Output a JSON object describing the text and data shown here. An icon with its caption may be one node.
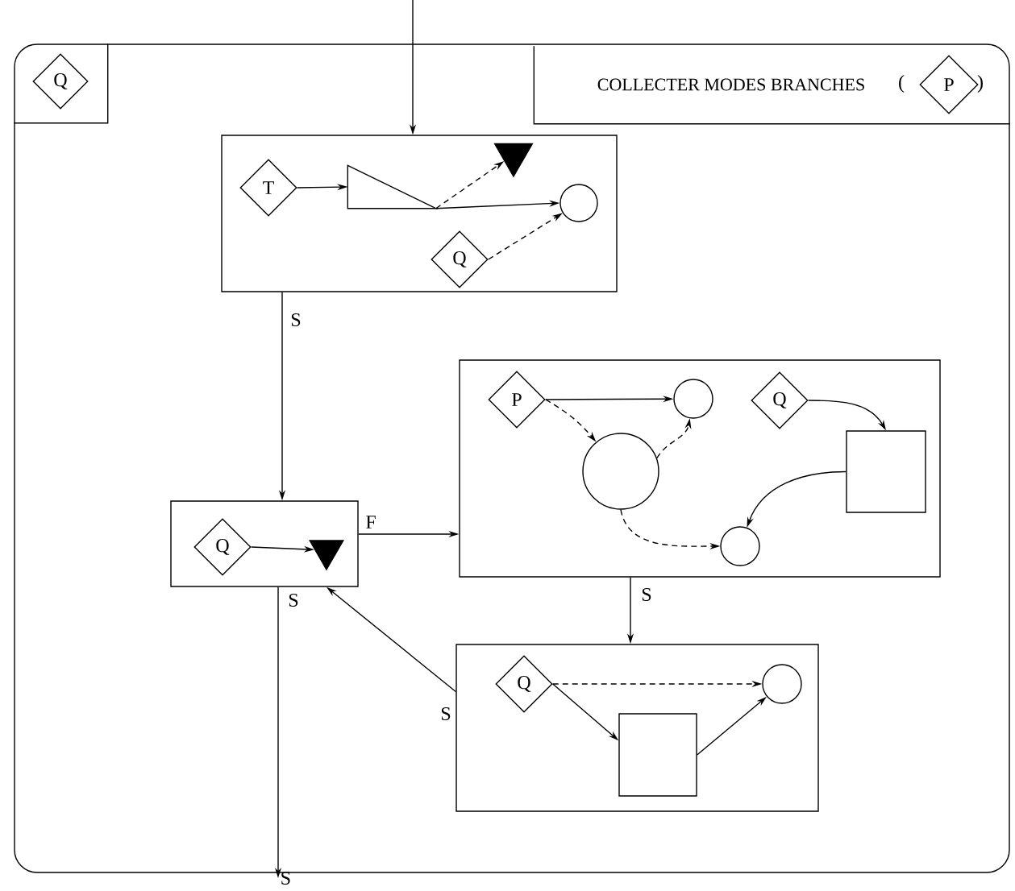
{
  "diagram": {
    "nodes": [
      {
        "text": [],
        "shape": "box"
      },
      {
        "text": [],
        "shape": "box",
        "in": 0
      },
      {
        "text": [
          "Q"
        ],
        "in": 1
      },
      {
        "text": [
          "COLLECTER MODES BRANCHES"
        ],
        "in": 0
      },
      {
        "text": [
          "P"
        ],
        "in": 3
      },
      {
        "text": [],
        "shape": "box",
        "in": 0
      },
      {
        "text": [
          "T"
        ],
        "in": 5
      },
      {
        "text": [],
        "shape": "triangle",
        "in": 5
      },
      {
        "text": [],
        "shape": "triangle",
        "in": 5
      },
      {
        "text": [],
        "shape": "circle",
        "in": 5
      },
      {
        "text": [
          "Q"
        ],
        "in": 5
      },
      {
        "text": [],
        "shape": "box",
        "in": 0
      },
      {
        "text": [
          "Q"
        ],
        "in": 11
      },
      {
        "text": [],
        "shape": "triangle",
        "in": 11
      },
      {
        "text": [],
        "shape": "box",
        "in": 0
      },
      {
        "text": [
          "P"
        ],
        "in": 14
      },
      {
        "text": [],
        "shape": "circle",
        "in": 14
      },
      {
        "text": [],
        "shape": "circle",
        "in": 14
      },
      {
        "text": [
          "Q"
        ],
        "in": 14
      },
      {
        "text": [],
        "shape": "box",
        "in": 14
      },
      {
        "text": [],
        "shape": "circle",
        "in": 14
      },
      {
        "text": [],
        "shape": "box",
        "in": 0
      },
      {
        "text": [
          "Q"
        ],
        "in": 21
      },
      {
        "text": [],
        "shape": "box",
        "in": 21
      },
      {
        "text": [],
        "shape": "circle",
        "in": 21
      },
      {
        "text": [
          "S"
        ]
      }
    ],
    "edges": [
      {
        "from": null,
        "to": 5,
        "arrow": "to"
      },
      {
        "from": 6,
        "to": 7,
        "arrow": "to"
      },
      {
        "from": 7,
        "to": 9,
        "arrow": "to"
      },
      {
        "from": 7,
        "to": 8,
        "arrow": "to",
        "style": "dashed"
      },
      {
        "from": 10,
        "to": 9,
        "arrow": "to",
        "style": "dashed"
      },
      {
        "from": 5,
        "to": 11,
        "arrow": "to",
        "label": "S"
      },
      {
        "from": 12,
        "to": 13,
        "arrow": "to"
      },
      {
        "from": 11,
        "to": 14,
        "arrow": "to",
        "label": "F"
      },
      {
        "from": 11,
        "to": 25,
        "arrow": "to",
        "label": "S"
      },
      {
        "from": 15,
        "to": 16,
        "arrow": "to"
      },
      {
        "from": 15,
        "to": 17,
        "arrow": "to",
        "style": "dashed"
      },
      {
        "from": 17,
        "to": 16,
        "arrow": "to",
        "style": "dashed"
      },
      {
        "from": 18,
        "to": 19,
        "arrow": "to"
      },
      {
        "from": 19,
        "to": 20,
        "arrow": "to"
      },
      {
        "from": 17,
        "to": 20,
        "arrow": "to",
        "style": "dashed"
      },
      {
        "from": 14,
        "to": 21,
        "arrow": "to",
        "label": "S"
      },
      {
        "from": 22,
        "to": 24,
        "arrow": "to",
        "style": "dashed"
      },
      {
        "from": 22,
        "to": 23,
        "arrow": "to"
      },
      {
        "from": 23,
        "to": 24,
        "arrow": "to"
      },
      {
        "from": 21,
        "to": 11,
        "arrow": "to",
        "label": "S"
      }
    ],
    "labels": [
      "(",
      ")"
    ]
  }
}
